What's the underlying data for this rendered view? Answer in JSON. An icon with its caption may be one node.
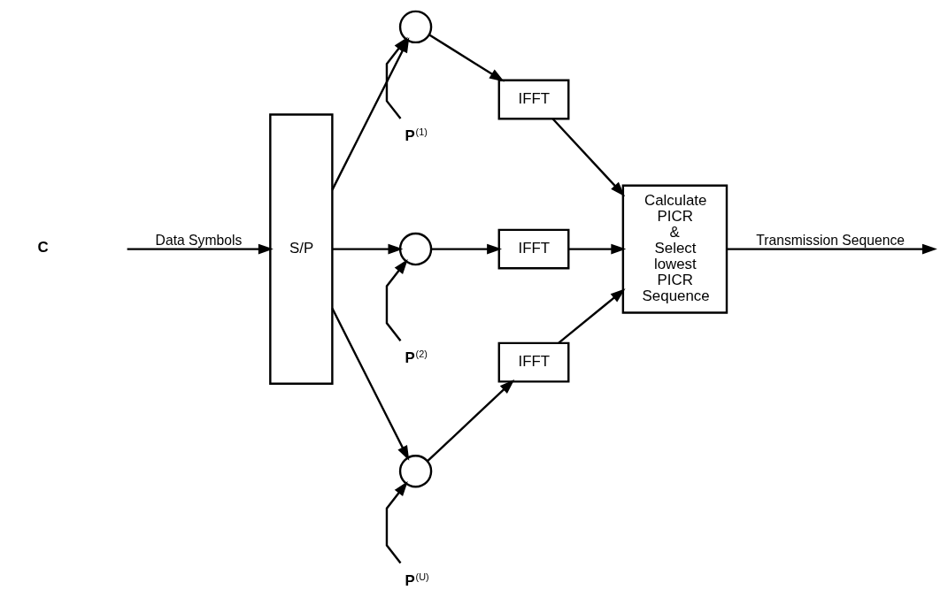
{
  "diagram": {
    "nodes": [
      {
        "text": [
          "S/P"
        ]
      },
      {
        "text": [],
        "shape": "circle"
      },
      {
        "text": [],
        "shape": "circle"
      },
      {
        "text": [],
        "shape": "circle"
      },
      {
        "text": [
          "IFFT"
        ]
      },
      {
        "text": [
          "IFFT"
        ]
      },
      {
        "text": [
          "IFFT"
        ]
      },
      {
        "text": [
          "Calculate PICR & Select lowest PICR Sequence"
        ]
      },
      {
        "text": [
          "**P**$^{(1)}$"
        ]
      },
      {
        "text": [
          "**P**$^{(2)}$"
        ]
      },
      {
        "text": [
          "**P**$^{(U)}$"
        ]
      }
    ],
    "edges": [
      {
        "from": null,
        "to": 0,
        "arrow": "to",
        "label": "Data Symbols"
      },
      {
        "from": 0,
        "to": 1,
        "arrow": "to"
      },
      {
        "from": 0,
        "to": 2,
        "arrow": "to"
      },
      {
        "from": 0,
        "to": 3,
        "arrow": "to"
      },
      {
        "from": 8,
        "to": 1,
        "arrow": "to"
      },
      {
        "from": 9,
        "to": 2,
        "arrow": "to"
      },
      {
        "from": 10,
        "to": 3,
        "arrow": "to"
      },
      {
        "from": 1,
        "to": 4,
        "arrow": "to"
      },
      {
        "from": 2,
        "to": 5,
        "arrow": "to"
      },
      {
        "from": 3,
        "to": 6,
        "arrow": "to"
      },
      {
        "from": 4,
        "to": 7,
        "arrow": "to"
      },
      {
        "from": 5,
        "to": 7,
        "arrow": "to"
      },
      {
        "from": 6,
        "to": 7,
        "arrow": "to"
      },
      {
        "from": 7,
        "to": null,
        "arrow": "to",
        "label": "Transmission Sequence"
      }
    ],
    "labels": [
      "C"
    ]
  }
}
